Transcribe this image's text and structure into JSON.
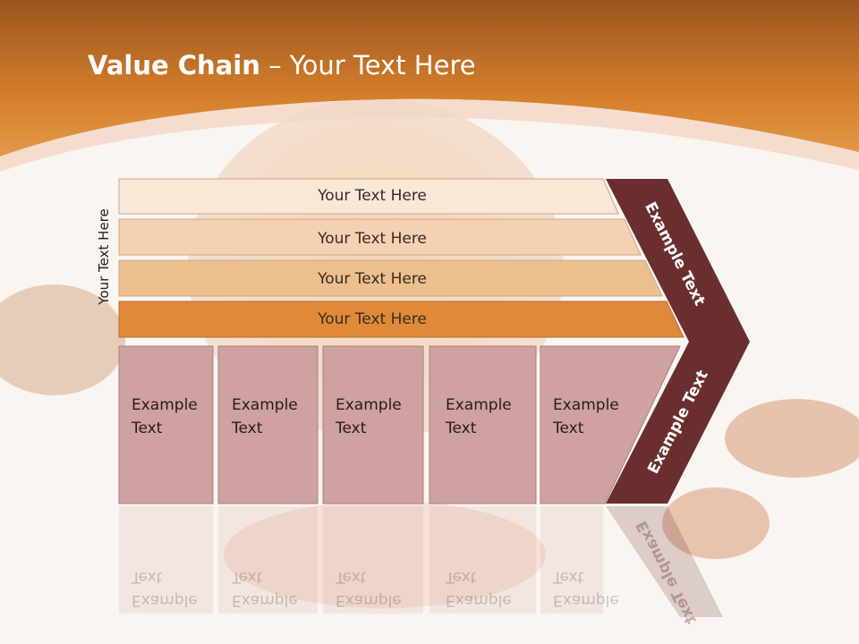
{
  "slide": {
    "title_bold": "Value Chain",
    "title_rest": " – Your Text Here",
    "side_label": "Your Text Here"
  },
  "rows": [
    {
      "label": "Your Text Here",
      "color": "#f9e7d7"
    },
    {
      "label": "Your Text Here",
      "color": "#f3d1b1"
    },
    {
      "label": "Your Text Here",
      "color": "#edbf8c"
    },
    {
      "label": "Your Text Here",
      "color": "#df8a3b"
    }
  ],
  "cells": [
    {
      "line1": "Example",
      "line2": "Text"
    },
    {
      "line1": "Example",
      "line2": "Text"
    },
    {
      "line1": "Example",
      "line2": "Text"
    },
    {
      "line1": "Example",
      "line2": "Text"
    },
    {
      "line1": "Example",
      "line2": "Text"
    }
  ],
  "arrow": {
    "upper_label": "Example Text",
    "lower_label": "Example Text",
    "color": "#6b2e2e"
  },
  "colors": {
    "header": "#d9822e",
    "cell": "#cfa1a1",
    "cell_border": "#a88080"
  }
}
